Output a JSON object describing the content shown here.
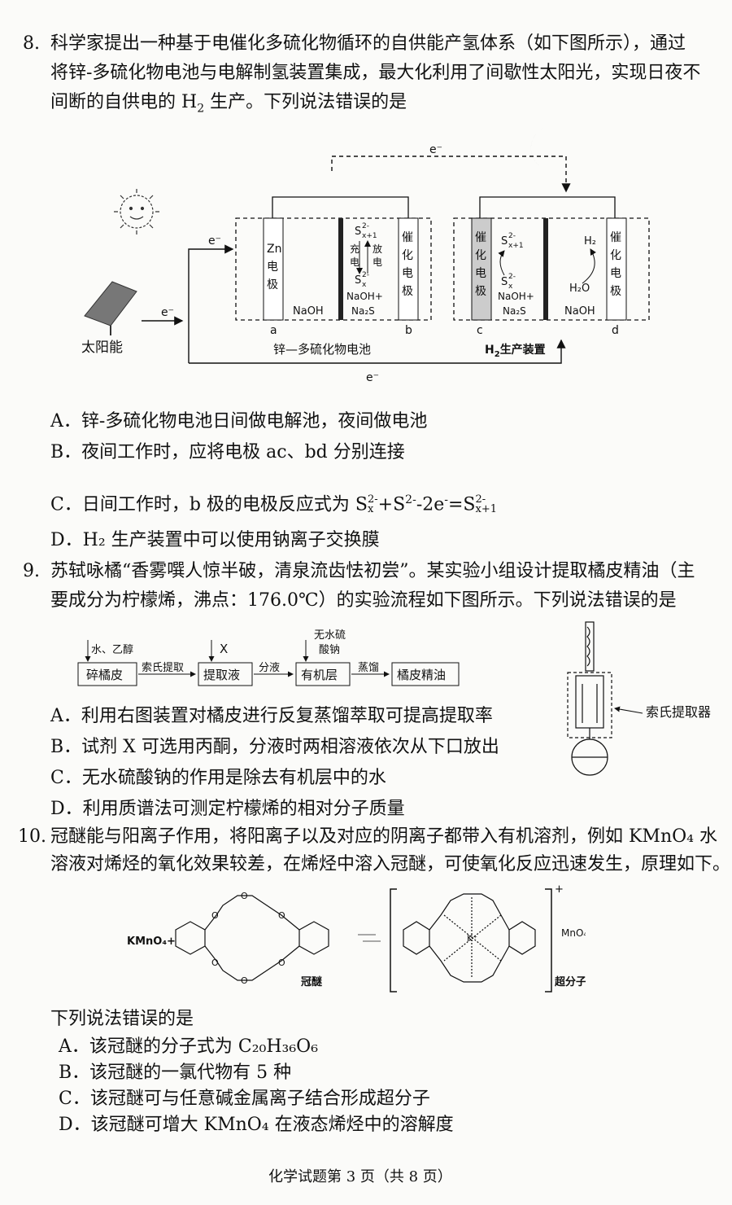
{
  "q8": {
    "number": "8.",
    "line1": "科学家提出一种基于电催化多硫化物循环的自供能产氢体系（如下图所示），通过",
    "line2": "将锌-多硫化物电池与电解制氢装置集成，最大化利用了间歇性太阳光，实现日夜不",
    "line3_a": "间断的自供电的 H",
    "line3_sub": "2",
    "line3_b": " 生产。下列说法错误的是",
    "diagram": {
      "electron": "e⁻",
      "solar_label": "太阳能",
      "battery_label": "锌—多硫化物电池",
      "h2_label_a": "H",
      "h2_label_sub": "2",
      "h2_label_b": "生产装置",
      "zn_electrode": [
        "Zn",
        "电",
        "极"
      ],
      "naoh": "NaOH",
      "naoh_plus": "NaOH+",
      "na2s": "Na₂S",
      "catalyst_electrode": [
        "催",
        "化",
        "电",
        "极"
      ],
      "charge": "充",
      "charge2": "电",
      "discharge": "放",
      "discharge2": "电",
      "sx1": "S",
      "sx1_sup": "2-",
      "sx1_sub": "x+1",
      "sx": "S",
      "sx_sup": "2-",
      "sx_sub": "x",
      "h2": "H₂",
      "h2o": "H₂O",
      "a": "a",
      "b": "b",
      "c": "c",
      "d": "d"
    },
    "options": {
      "A": "A．锌-多硫化物电池日间做电解池，夜间做电池",
      "B": "B．夜间工作时，应将电极 ac、bd 分别连接",
      "C_a": "C．日间工作时，b 极的电极反应式为 ",
      "D": "D．H₂ 生产装置中可以使用钠离子交换膜"
    }
  },
  "q9": {
    "number": "9.",
    "line1": "苏轼咏橘“香雾噀人惊半破，清泉流齿怯初尝”。某实验小组设计提取橘皮精油（主",
    "line2": "要成分为柠檬烯，沸点：176.0℃）的实验流程如下图所示。下列说法错误的是",
    "flow": {
      "in1": "水、乙醇",
      "in2": "X",
      "in3a": "无水硫",
      "in3b": "酸钠",
      "box1": "碎橘皮",
      "step1": "索氏提取",
      "box2": "提取液",
      "step2": "分液",
      "box3": "有机层",
      "step3": "蒸馏",
      "box4": "橘皮精油",
      "apparatus": "索氏提取器"
    },
    "options": {
      "A": "A．利用右图装置对橘皮进行反复蒸馏萃取可提高提取率",
      "B": "B．试剂 X 可选用丙酮，分液时两相溶液依次从下口放出",
      "C": "C．无水硫酸钠的作用是除去有机层中的水",
      "D": "D．利用质谱法可测定柠檬烯的相对分子质量"
    }
  },
  "q10": {
    "number": "10.",
    "line1": "冠醚能与阳离子作用，将阳离子以及对应的阴离子都带入有机溶剂，例如 KMnO₄ 水",
    "line2": "溶液对烯烃的氧化效果较差，在烯烃中溶入冠醚，可使氧化反应迅速发生，原理如下。",
    "scheme": {
      "reagent": "KMnO₄+",
      "crown_label": "冠醚",
      "product_label": "超分子",
      "anion": "MnO₄⁻",
      "charge": "+",
      "o": "O",
      "k": "K⁺"
    },
    "stem": "下列说法错误的是",
    "options": {
      "A": "A．该冠醚的分子式为 C₂₀H₃₆O₆",
      "B": "B．该冠醚的一氯代物有 5 种",
      "C": "C．该冠醚可与任意碱金属离子结合形成超分子",
      "D": "D．该冠醚可增大 KMnO₄ 在液态烯烃中的溶解度"
    }
  },
  "footer": "化学试题第 3 页（共 8 页）"
}
